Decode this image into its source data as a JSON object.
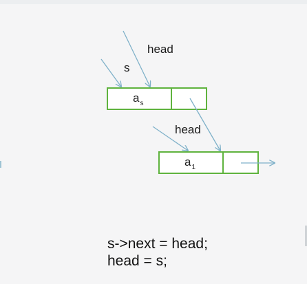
{
  "diagram": {
    "pointer_labels": {
      "head_top": "head",
      "s": "s",
      "head_mid": "head"
    },
    "node_s": {
      "data": "a",
      "subscript": "s"
    },
    "node_1": {
      "data": "a",
      "subscript": "1"
    },
    "code": {
      "line1": "s->next = head;",
      "line2": "head = s;"
    }
  },
  "colors": {
    "node_border": "#5fb33e",
    "arrow": "#7fb1c9",
    "background": "#f5f5f6"
  }
}
